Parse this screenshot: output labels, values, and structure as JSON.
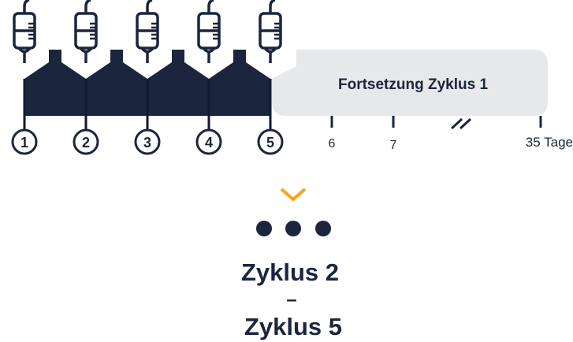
{
  "colors": {
    "navy": "#1b253d",
    "bubble": "#e7e8ea",
    "accent": "#f5a51c"
  },
  "days": [
    "1",
    "2",
    "3",
    "4",
    "5"
  ],
  "continuation": {
    "label": "Fortsetzung Zyklus 1",
    "ticks": [
      "6",
      "7",
      "35 Tage"
    ]
  },
  "cycles": {
    "from": "Zyklus 2",
    "dash": "–",
    "to": "Zyklus 5"
  }
}
